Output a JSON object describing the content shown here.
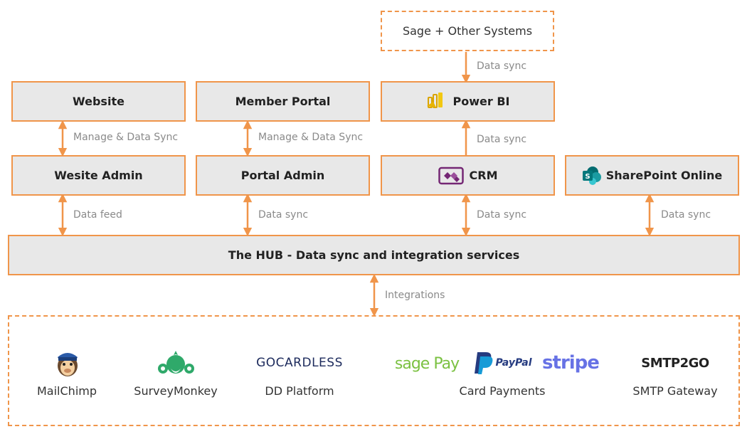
{
  "top": {
    "sage_other": "Sage + Other Systems",
    "sync_label": "Data sync"
  },
  "row1": {
    "website": "Website",
    "member_portal": "Member Portal",
    "power_bi": "Power BI"
  },
  "row1_links": {
    "website_link": "Manage & Data Sync",
    "portal_link": "Manage & Data Sync",
    "crm_powerbi_link": "Data sync"
  },
  "row2": {
    "website_admin": "Wesite Admin",
    "portal_admin": "Portal Admin",
    "crm": "CRM",
    "sharepoint": "SharePoint Online"
  },
  "row2_links": {
    "website_admin_link": "Data feed",
    "portal_admin_link": "Data sync",
    "crm_link": "Data sync",
    "sharepoint_link": "Data sync"
  },
  "hub": {
    "title": "The HUB - Data sync and integration services",
    "integrations_label": "Integrations"
  },
  "integrations": {
    "mailchimp": "MailChimp",
    "surveymonkey": "SurveyMonkey",
    "dd_platform": "DD Platform",
    "card_payments": "Card Payments",
    "smtp_gateway": "SMTP Gateway",
    "gocardless_logo": "GOCARDLESS",
    "sagepay_logo": "sage Pay",
    "paypal_logo": "PayPal",
    "stripe_logo": "stripe",
    "smtp2go_logo": "SMTP2GO"
  },
  "colors": {
    "accent": "#f0954a",
    "box_fill": "#e8e8e8",
    "label_gray": "#8a8a8a"
  }
}
